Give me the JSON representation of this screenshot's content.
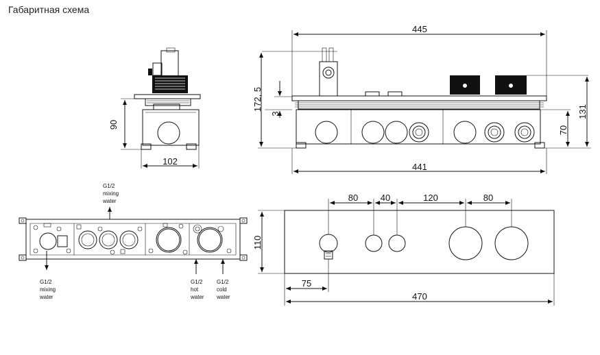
{
  "title": "Габаритная схема",
  "side_view": {
    "height": "90",
    "width": "102"
  },
  "front_view": {
    "top_width": "445",
    "bottom_width": "441",
    "overall_height": "172, 5",
    "offset": "3",
    "body_height": "70",
    "right_height": "131"
  },
  "plan_view": {
    "labels": {
      "mixing_top": [
        "G1/2",
        "mixing",
        "water"
      ],
      "mixing_bottom": [
        "G1/2",
        "mixing",
        "water"
      ],
      "hot": [
        "G1/2",
        "hot",
        "water"
      ],
      "cold": [
        "G1/2",
        "cold",
        "water"
      ]
    }
  },
  "face_view": {
    "height": "110",
    "spacing": [
      "80",
      "40",
      "120",
      "80"
    ],
    "offset": "75",
    "width": "470"
  }
}
